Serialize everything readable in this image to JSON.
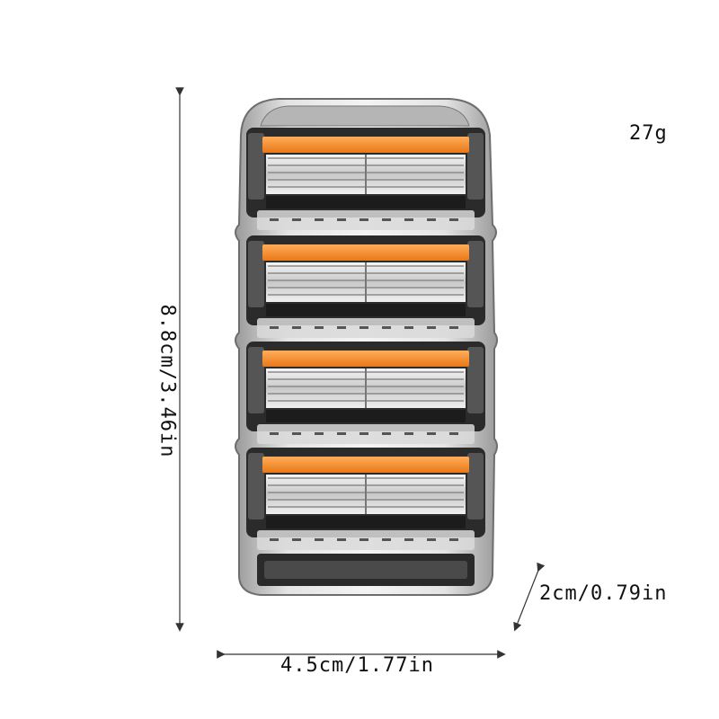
{
  "product": {
    "name": "razor-cartridge-pack",
    "cartridge_count": 4,
    "colors": {
      "strip": "#f08a2c",
      "frame": "#2b2b2b",
      "tray": "#c9c9c9",
      "blade": "#e6e6e6"
    }
  },
  "dimensions": {
    "weight": "27g",
    "height": "8.8cm/3.46in",
    "width": "4.5cm/1.77in",
    "depth": "2cm/0.79in"
  }
}
